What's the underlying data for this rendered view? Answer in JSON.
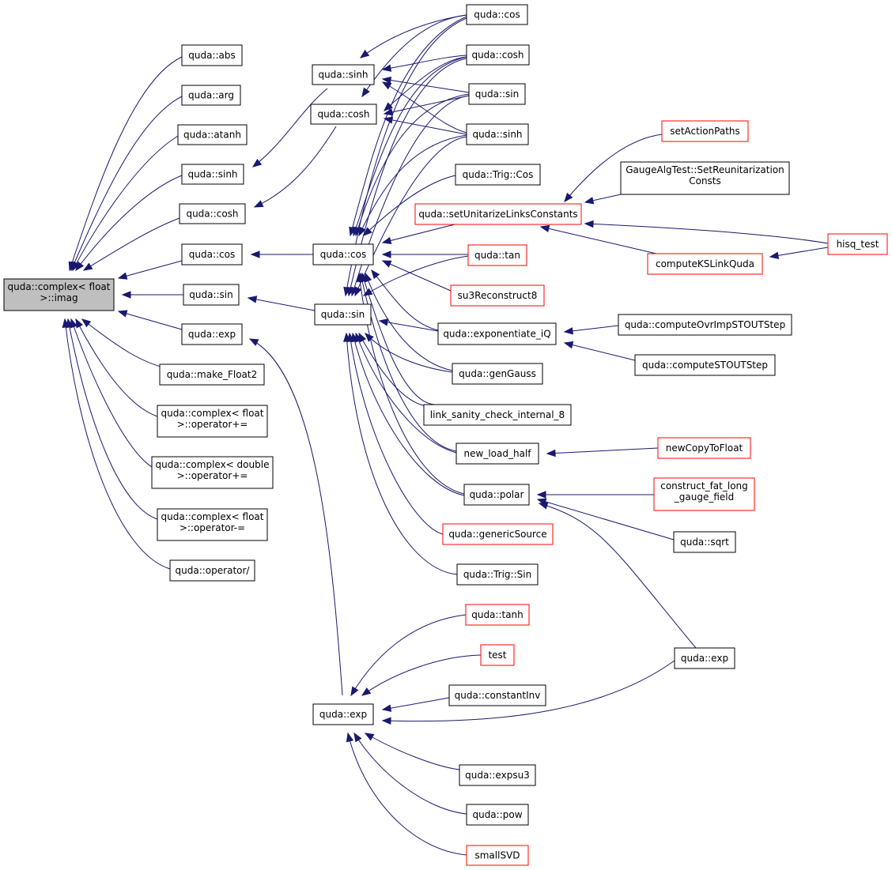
{
  "graph": {
    "nodes": {
      "root": [
        "quda::complex< float",
        ">::imag"
      ],
      "abs": [
        "quda::abs"
      ],
      "arg": [
        "quda::arg"
      ],
      "atanh": [
        "quda::atanh"
      ],
      "sinh1": [
        "quda::sinh"
      ],
      "cosh1": [
        "quda::cosh"
      ],
      "cos1": [
        "quda::cos"
      ],
      "sin1": [
        "quda::sin"
      ],
      "exp1": [
        "quda::exp"
      ],
      "make_float2": [
        "quda::make_Float2"
      ],
      "cf_opplus": [
        "quda::complex< float",
        ">::operator+="
      ],
      "cd_opplus": [
        "quda::complex< double",
        ">::operator+="
      ],
      "cf_opminus": [
        "quda::complex< float",
        ">::operator-="
      ],
      "opdiv": [
        "quda::operator/"
      ],
      "sinh2": [
        "quda::sinh"
      ],
      "cosh2": [
        "quda::cosh"
      ],
      "cos2": [
        "quda::cos"
      ],
      "sin2": [
        "quda::sin"
      ],
      "exp2": [
        "quda::exp"
      ],
      "cos3": [
        "quda::cos"
      ],
      "cosh3": [
        "quda::cosh"
      ],
      "sin3": [
        "quda::sin"
      ],
      "sinh3": [
        "quda::sinh"
      ],
      "trig_cos": [
        "quda::Trig::Cos"
      ],
      "setunitarize": [
        "quda::setUnitarizeLinksConstants"
      ],
      "tan": [
        "quda::tan"
      ],
      "su3recon8": [
        "su3Reconstruct8"
      ],
      "exponentiate": [
        "quda::exponentiate_iQ"
      ],
      "gengauss": [
        "quda::genGauss"
      ],
      "linksanity": [
        "link_sanity_check_internal_8"
      ],
      "newloadhalf": [
        "new_load_half"
      ],
      "polar": [
        "quda::polar"
      ],
      "genericsource": [
        "quda::genericSource"
      ],
      "trig_sin": [
        "quda::Trig::Sin"
      ],
      "tanh": [
        "quda::tanh"
      ],
      "test": [
        "test"
      ],
      "constantinv": [
        "quda::constantInv"
      ],
      "expsu3": [
        "quda::expsu3"
      ],
      "pow": [
        "quda::pow"
      ],
      "smallsvd": [
        "smallSVD"
      ],
      "setactionpaths": [
        "setActionPaths"
      ],
      "gaugealgtest": [
        "GaugeAlgTest::SetReunitarization",
        "Consts"
      ],
      "computekslink": [
        "computeKSLinkQuda"
      ],
      "hisq_test": [
        "hisq_test"
      ],
      "computeovrimp": [
        "quda::computeOvrImpSTOUTStep"
      ],
      "computestout": [
        "quda::computeSTOUTStep"
      ],
      "newcopytofloat": [
        "newCopyToFloat"
      ],
      "constructfat": [
        "construct_fat_long",
        "_gauge_field"
      ],
      "sqrt": [
        "quda::sqrt"
      ],
      "exp3": [
        "quda::exp"
      ]
    },
    "edge_color": "#191970",
    "default_border": "#000000",
    "red_border": "#ff0000",
    "root_fill": "#bfbfbf"
  }
}
